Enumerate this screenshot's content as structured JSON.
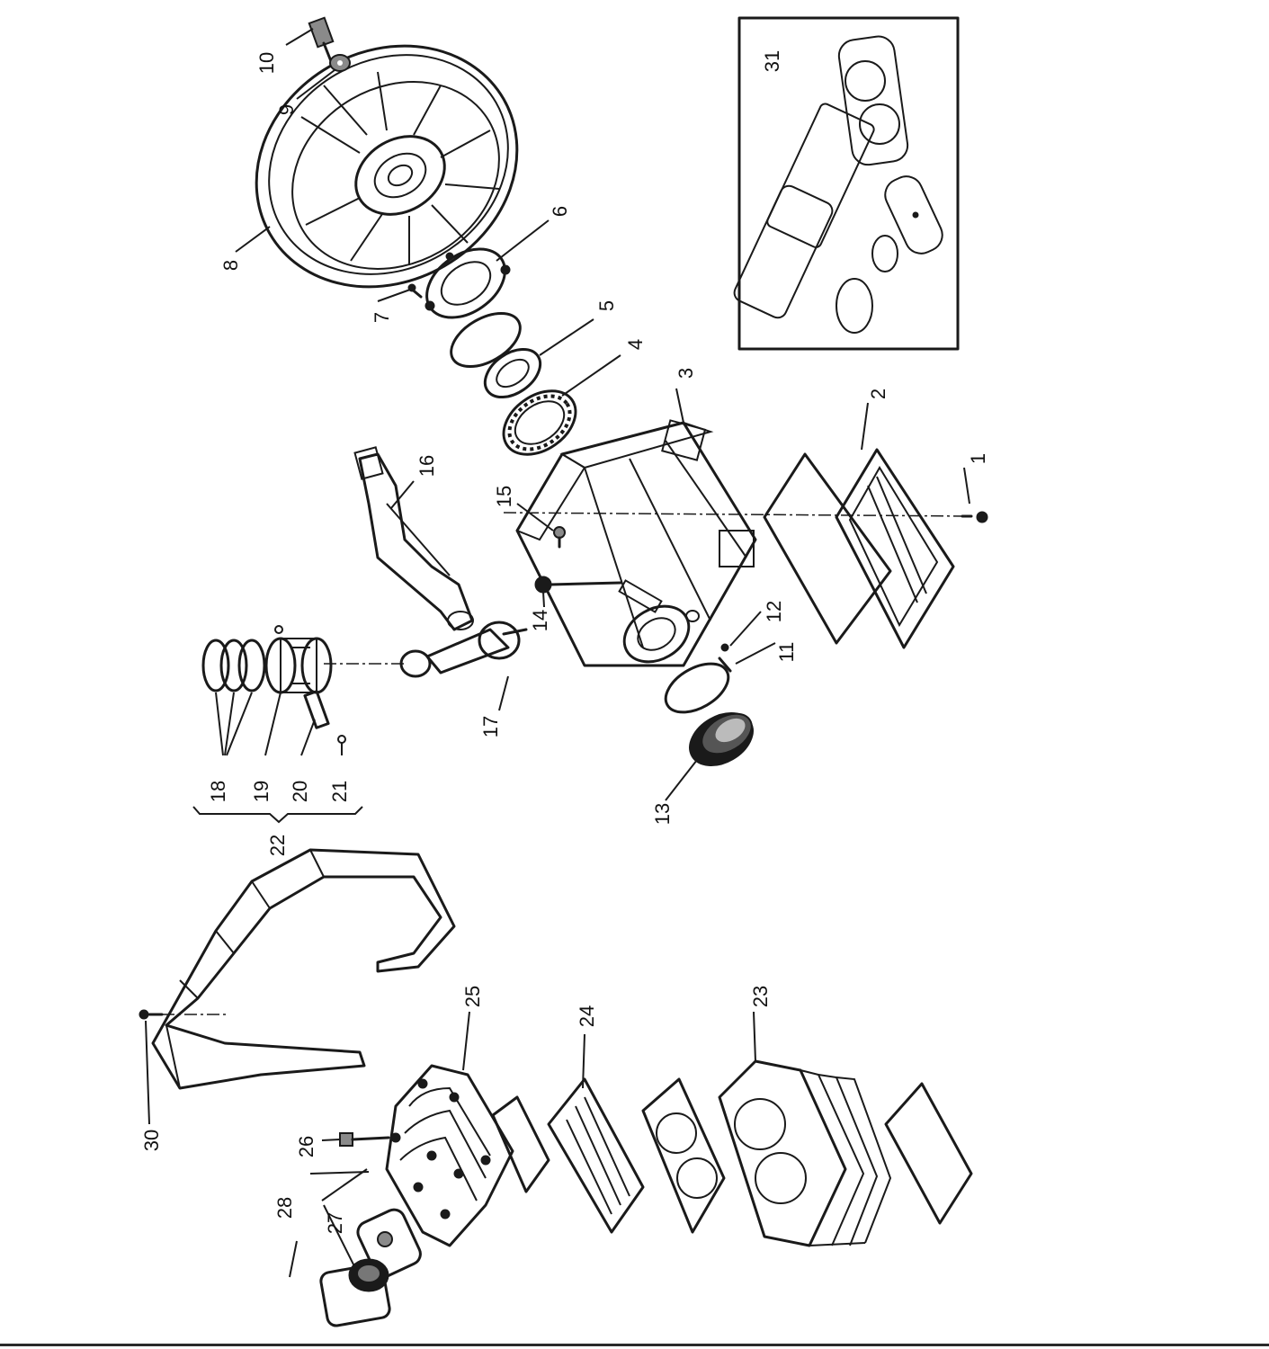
{
  "diagram": {
    "callouts": {
      "c1": "1",
      "c2": "2",
      "c3": "3",
      "c4": "4",
      "c5": "5",
      "c6": "6",
      "c7": "7",
      "c8": "8",
      "c9": "9",
      "c10": "10",
      "c11": "11",
      "c12": "12",
      "c13": "13",
      "c14": "14",
      "c15": "15",
      "c16": "16",
      "c17": "17",
      "c18": "18",
      "c19": "19",
      "c20": "20",
      "c21": "21",
      "c22": "22",
      "c23": "23",
      "c24": "24",
      "c25": "25",
      "c26": "26",
      "c27": "27",
      "c28": "28",
      "c30": "30",
      "c31": "31"
    }
  }
}
